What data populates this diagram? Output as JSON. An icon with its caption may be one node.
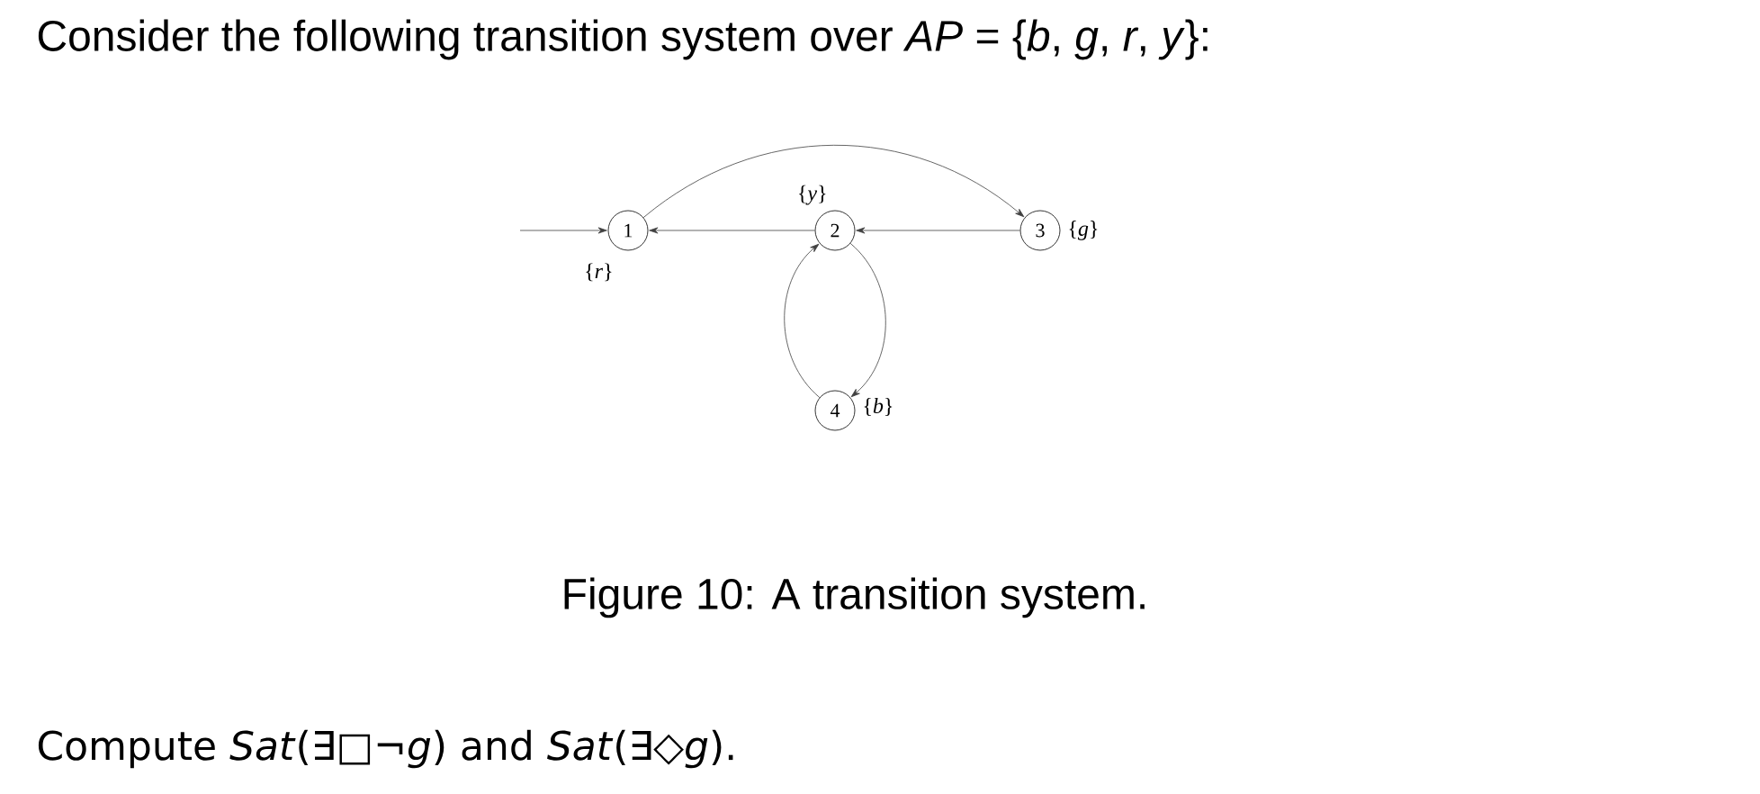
{
  "diagram": {
    "title": "Consider the following transition system over *AP* = {*b*, *g*, *r*, *y*}:",
    "caption": "Figure 10: A transition system.",
    "nodes": [
      {
        "text": [
          "1"
        ],
        "beside": [
          "{*r*}"
        ]
      },
      {
        "text": [
          "2"
        ],
        "beside": [
          "{*y*}"
        ]
      },
      {
        "text": [
          "3"
        ],
        "beside": [
          "{*g*}"
        ]
      },
      {
        "text": [
          "4"
        ],
        "beside": [
          "{*b*}"
        ]
      }
    ],
    "edges": [
      {
        "from": null,
        "to": 0,
        "arrow": "to"
      },
      {
        "from": 0,
        "to": 2,
        "arrow": "to"
      },
      {
        "from": 1,
        "to": 0,
        "arrow": "to"
      },
      {
        "from": 2,
        "to": 1,
        "arrow": "to"
      },
      {
        "from": 1,
        "to": 3,
        "arrow": "to"
      },
      {
        "from": 3,
        "to": 1,
        "arrow": "to"
      }
    ],
    "labels": [
      "Compute *Sat*(∃□¬*g*) and *Sat*(∃◇*g*)."
    ]
  }
}
